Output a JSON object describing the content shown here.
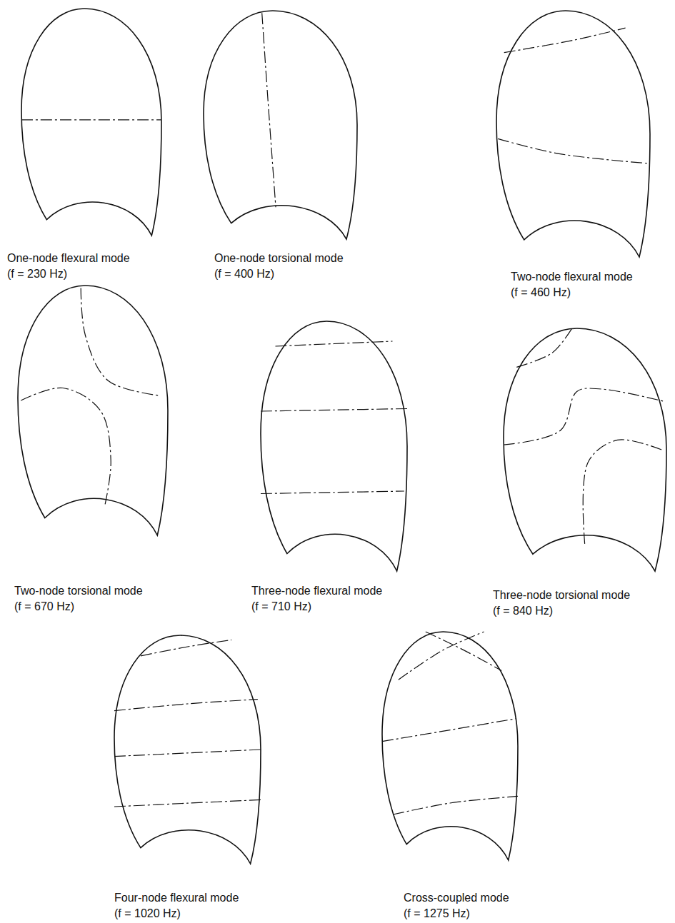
{
  "diagram": {
    "labels": [
      "One-node flexural mode",
      "(f = 230 Hz)",
      "One-node torsional mode",
      "(f = 400 Hz)",
      "Two-node flexural mode",
      "(f = 460 Hz)",
      "Two-node torsional mode",
      "(f = 670 Hz)",
      "Three-node flexural mode",
      "(f = 710 Hz)",
      "Three-node torsional mode",
      "(f = 840 Hz)",
      "Four-node flexural mode",
      "(f = 1020 Hz)",
      "Cross-coupled mode",
      "(f = 1275 Hz)"
    ]
  }
}
